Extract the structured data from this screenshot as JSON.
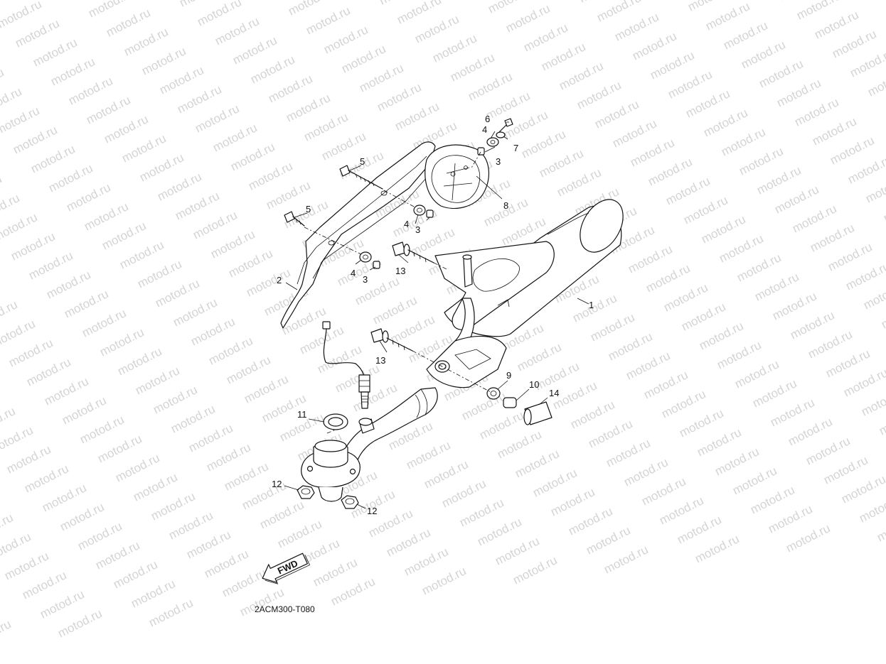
{
  "watermark": {
    "text": "motod.ru",
    "color": "#d4d4d4"
  },
  "diagram_code": "2ACM300-T080",
  "fwd_label": "FWD",
  "callouts": {
    "c1": "1",
    "c2": "2",
    "c3a": "3",
    "c3b": "3",
    "c3c": "3",
    "c4a": "4",
    "c4b": "4",
    "c4c": "4",
    "c5a": "5",
    "c5b": "5",
    "c6": "6",
    "c7": "7",
    "c8": "8",
    "c9": "9",
    "c10": "10",
    "c11": "11",
    "c12a": "12",
    "c12b": "12",
    "c13a": "13",
    "c13b": "13",
    "c14": "14"
  }
}
